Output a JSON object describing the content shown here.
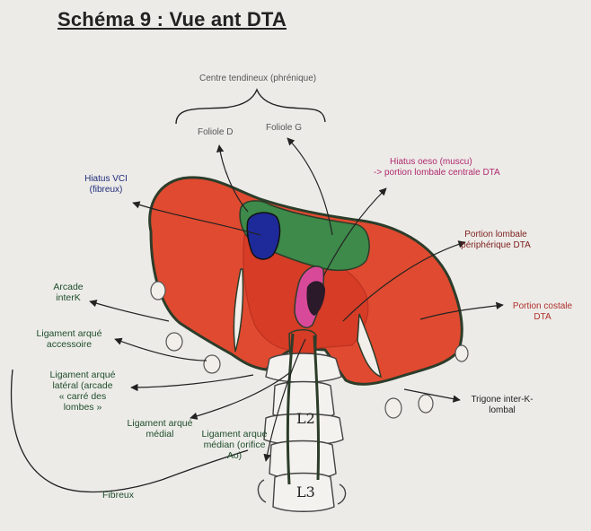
{
  "title": "Schéma 9 : Vue ant DTA",
  "labels": {
    "centre_tendineux": "Centre tendineux (phrénique)",
    "foliole_d": "Foliole D",
    "foliole_g": "Foliole G",
    "hiatus_vci": [
      "Hiatus VCI",
      "(fibreux)"
    ],
    "hiatus_oeso": [
      "Hiatus oeso (muscu)",
      "-> portion lombale centrale DTA"
    ],
    "portion_lombale": [
      "Portion lombale",
      "périphérique DTA"
    ],
    "portion_costale": [
      "Portion costale",
      "DTA"
    ],
    "arcade_interk": [
      "Arcade",
      "interK"
    ],
    "ligament_accessoire": [
      "Ligament arqué",
      "accessoire"
    ],
    "ligament_lateral": [
      "Ligament arqué",
      "latéral (arcade",
      "« carré des",
      "lombes »"
    ],
    "ligament_medial": [
      "Ligament arqué",
      "médial"
    ],
    "ligament_median": [
      "Ligament arqué",
      "médian (orifice",
      "Ao)"
    ],
    "trigone": [
      "Trigone inter-K-",
      "lombal"
    ],
    "fibreux": "Fibreux",
    "l2": "L2",
    "l3": "L3"
  },
  "colors": {
    "muscle": "#e04a30",
    "muscle_dark": "#d63c26",
    "tendon": "#3d8a4a",
    "vci": "#1e2a9a",
    "oeso": "#d9499a",
    "outline": "#2c3d2a"
  }
}
